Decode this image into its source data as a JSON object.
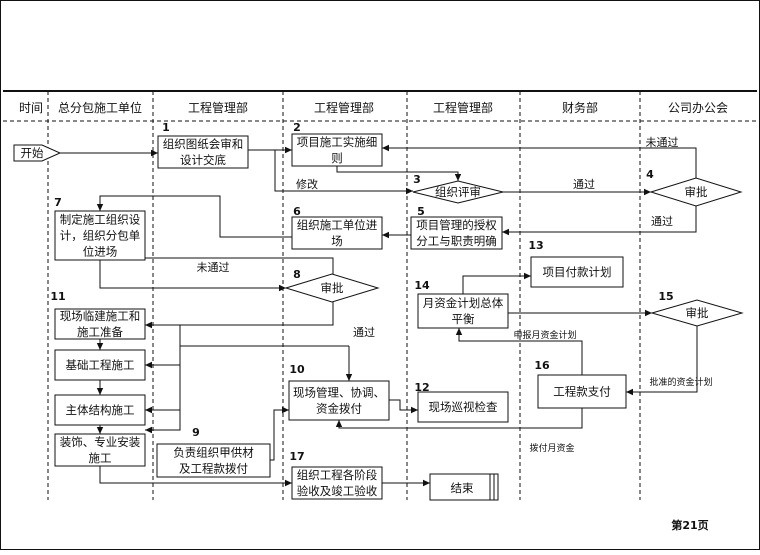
{
  "header": {
    "lanes": [
      "时间",
      "总分包施工单位",
      "工程管理部",
      "工程管理部",
      "工程管理部",
      "财务部",
      "公司办公会"
    ]
  },
  "start": "开始",
  "nodes": {
    "n1": {
      "num": "1",
      "lines": [
        "组织图纸会审和",
        "设计交底"
      ]
    },
    "n2": {
      "num": "2",
      "lines": [
        "项目施工实施细",
        "则"
      ]
    },
    "n3": {
      "num": "3",
      "lines": [
        "组织评审"
      ]
    },
    "n4": {
      "num": "4",
      "lines": [
        "审批"
      ]
    },
    "n5": {
      "num": "5",
      "lines": [
        "项目管理的授权",
        "分工与职责明确"
      ]
    },
    "n6": {
      "num": "6",
      "lines": [
        "组织施工单位进",
        "场"
      ]
    },
    "n7": {
      "num": "7",
      "lines": [
        "制定施工组织设",
        "计，组织分包单",
        "位进场"
      ]
    },
    "n8": {
      "num": "8",
      "lines": [
        "审批"
      ]
    },
    "n9": {
      "num": "9",
      "lines": [
        "负责组织甲供材",
        "及工程款拨付"
      ]
    },
    "n10": {
      "num": "10",
      "lines": [
        "现场管理、协调、",
        "资金拨付"
      ]
    },
    "n11": {
      "num": "11",
      "lines": [
        "现场临建施工和",
        "施工准备"
      ]
    },
    "n11b": {
      "lines": [
        "基础工程施工"
      ]
    },
    "n11c": {
      "lines": [
        "主体结构施工"
      ]
    },
    "n11d": {
      "lines": [
        "装饰、专业安装",
        "施工"
      ]
    },
    "n12": {
      "num": "12",
      "lines": [
        "现场巡视检查"
      ]
    },
    "n13": {
      "num": "13",
      "lines": [
        "项目付款计划"
      ]
    },
    "n14": {
      "num": "14",
      "lines": [
        "月资金计划总体",
        "平衡"
      ]
    },
    "n15": {
      "num": "15",
      "lines": [
        "审批"
      ]
    },
    "n16": {
      "num": "16",
      "lines": [
        "工程款支付"
      ]
    },
    "n17": {
      "num": "17",
      "lines": [
        "组织工程各阶段",
        "验收及竣工验收"
      ]
    },
    "end": {
      "lines": [
        "结束"
      ]
    }
  },
  "edge_labels": {
    "weitongguo_top": "未通过",
    "xiugai": "修改",
    "tongguo_3": "通过",
    "tongguo_4": "通过",
    "weitongguo_8": "未通过",
    "tongguo_8": "通过",
    "shenbao": "申报月资金计划",
    "pizhun": "批准的资金计划",
    "bofu": "拨付月资金"
  },
  "footer": {
    "page_label": "第21页"
  }
}
